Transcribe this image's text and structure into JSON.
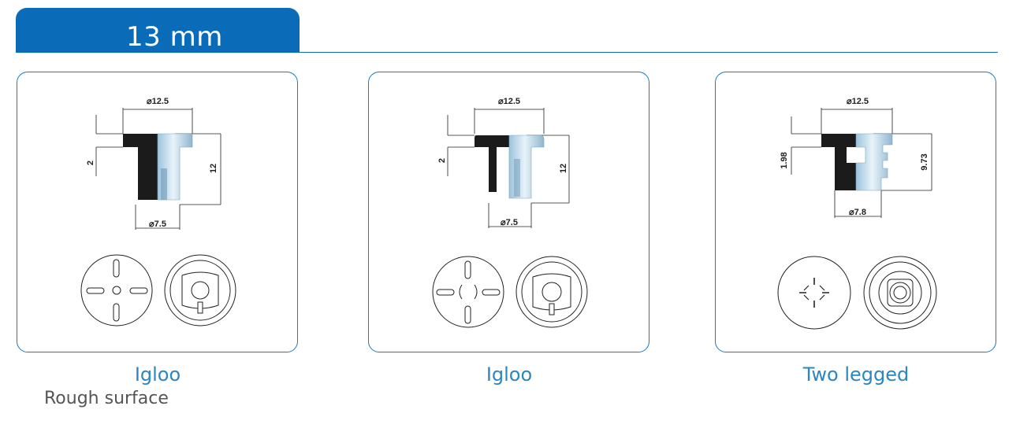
{
  "header": {
    "title": "13 mm"
  },
  "cards": [
    {
      "caption": "Igloo",
      "subcaption": "Rough surface",
      "dims": {
        "top_diameter": "⌀12.5",
        "flange": "2",
        "height": "12",
        "bottom_diameter": "⌀7.5"
      }
    },
    {
      "caption": "Igloo",
      "dims": {
        "top_diameter": "⌀12.5",
        "flange": "2",
        "height": "12",
        "bottom_diameter": "⌀7.5"
      }
    },
    {
      "caption": "Two legged",
      "dims": {
        "top_diameter": "⌀12.5",
        "flange": "1.98",
        "height": "9.73",
        "bottom_diameter": "⌀7.8"
      }
    }
  ],
  "colors": {
    "accent": "#0a6cb8",
    "border": "#1f79b8",
    "caption": "#2b86c2"
  }
}
